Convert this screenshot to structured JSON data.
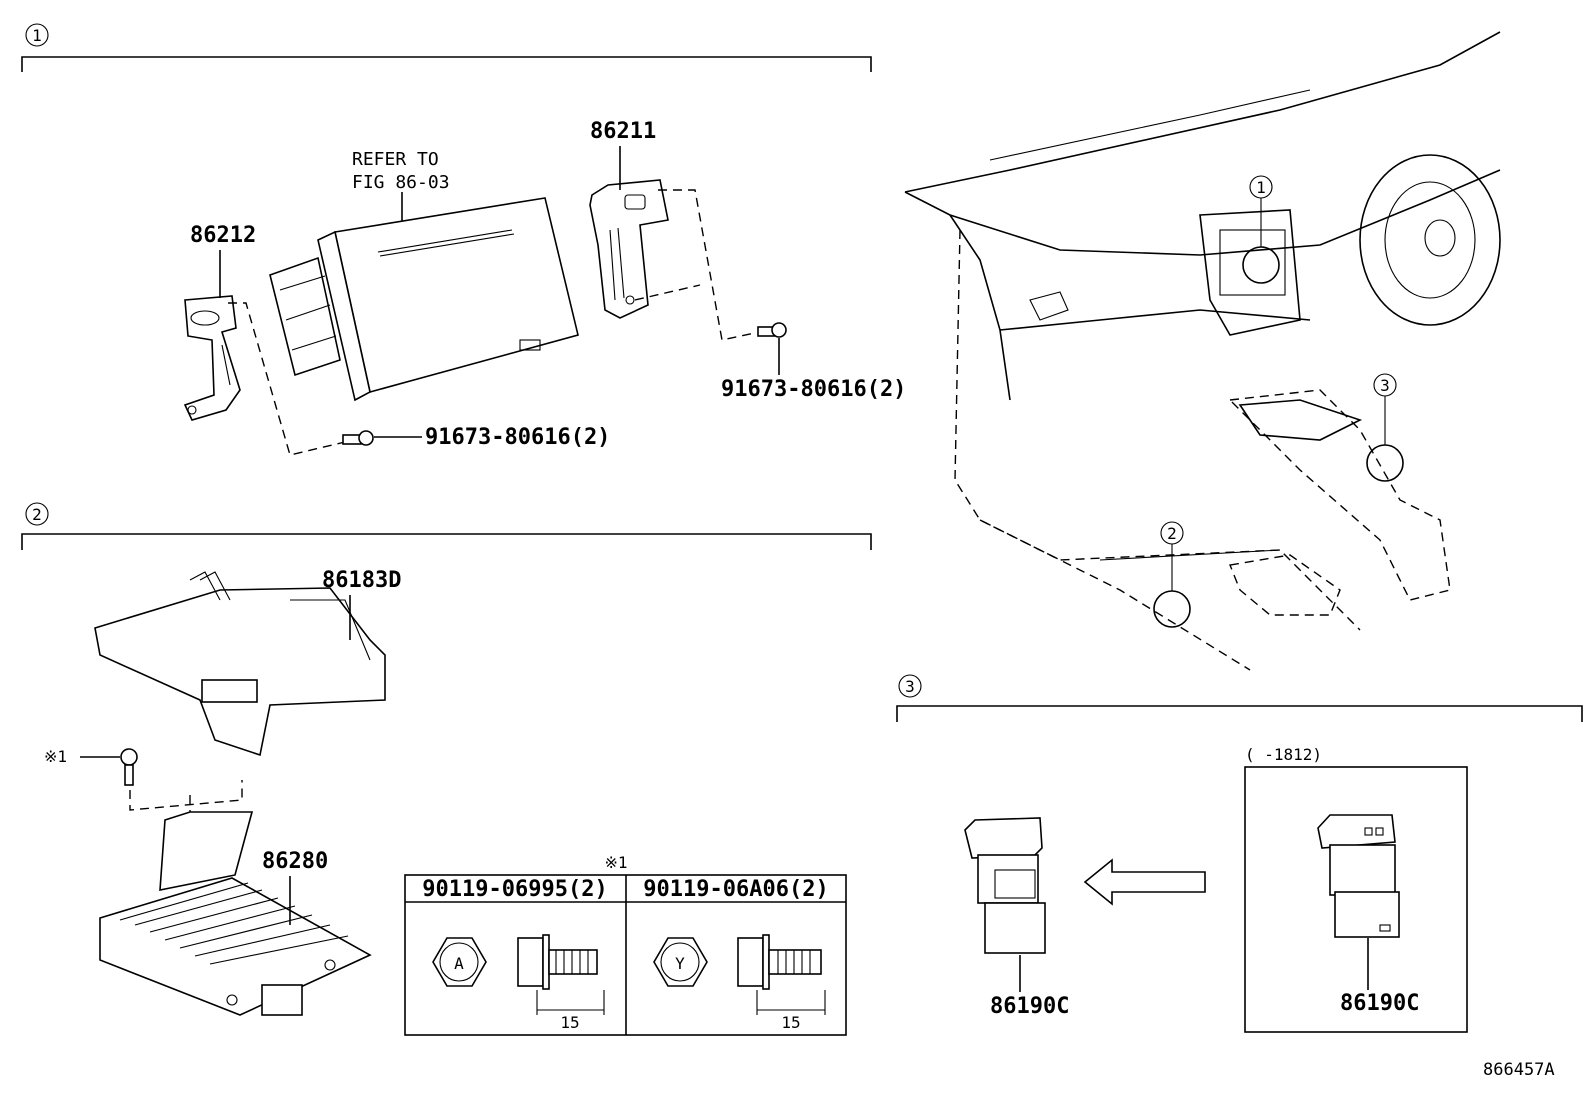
{
  "section_markers": [
    "1",
    "2",
    "3"
  ],
  "refer_line1": "REFER TO",
  "refer_line2": "FIG 86-03",
  "parts": {
    "p86211": "86211",
    "p86212": "86212",
    "p86183D": "86183D",
    "p86280": "86280",
    "p86190C_a": "86190C",
    "p86190C_b": "86190C",
    "screw_a": "91673-80616(2)",
    "screw_b": "91673-80616(2)"
  },
  "note_symbol": "※1",
  "note_ref": "※1",
  "table": {
    "col1_part": "90119-06995(2)",
    "col2_part": "90119-06A06(2)",
    "col1_mark": "A",
    "col2_mark": "Y",
    "col1_dim": "15",
    "col2_dim": "15"
  },
  "inset_range": "(     -1812)",
  "figure_id": "866457A"
}
